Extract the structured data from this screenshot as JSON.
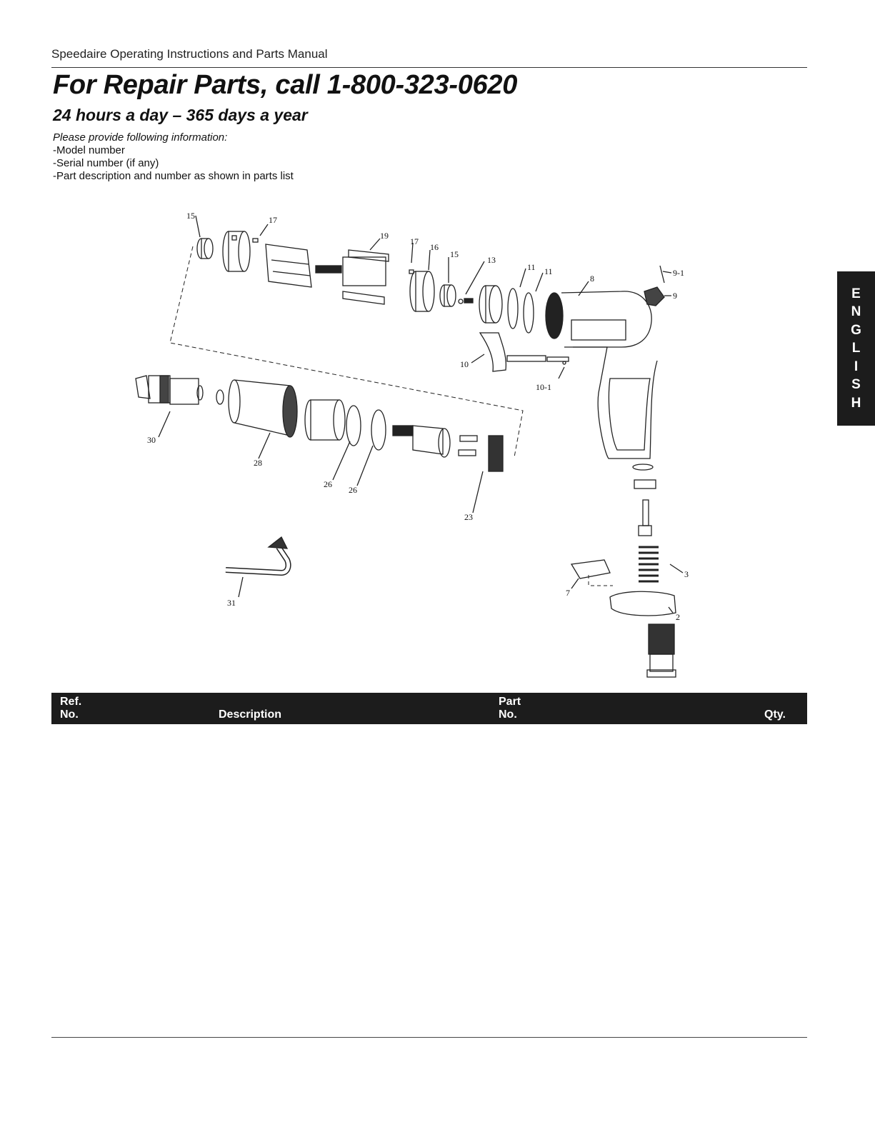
{
  "header": {
    "running_title": "Speedaire Operating Instructions and Parts Manual",
    "title": "For Repair Parts, call 1-800-323-0620",
    "subtitle": "24 hours a day – 365 days a year",
    "info_lead": "Please provide following information:",
    "info_items": [
      "-Model number",
      "-Serial number (if any)",
      "-Part description and number as shown in parts list"
    ]
  },
  "side_tab": {
    "letters": [
      "E",
      "N",
      "G",
      "L",
      "I",
      "S",
      "H"
    ]
  },
  "diagram": {
    "callouts": [
      "15",
      "17",
      "19",
      "17",
      "16",
      "15",
      "13",
      "11",
      "11",
      "8",
      "9-1",
      "9",
      "10",
      "10-1",
      "30",
      "28",
      "26",
      "26",
      "23",
      "3",
      "7",
      "2",
      "31"
    ]
  },
  "parts_table": {
    "headers": {
      "ref_line1": "Ref.",
      "ref_line2": "No.",
      "description": "Description",
      "part_line1": "Part",
      "part_line2": "No.",
      "qty": "Qty."
    }
  }
}
